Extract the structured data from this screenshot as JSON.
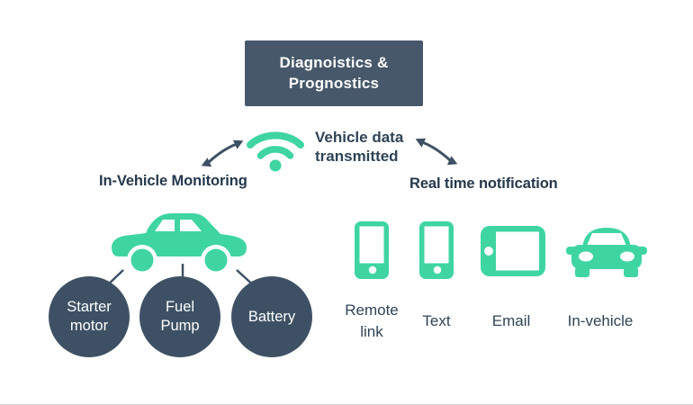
{
  "colors": {
    "teal": "#3fd5a1",
    "slate_box": "#47586a",
    "slate_circle": "#3e5164",
    "heading_text": "#24384b",
    "body_text": "#2f4456"
  },
  "header": {
    "title": "Diagnoistics &\nPrognostics"
  },
  "transmission": {
    "label": "Vehicle data\ntransmitted",
    "icon": "wifi-icon",
    "left_arrow_icon": "double-arrow-icon",
    "right_arrow_icon": "double-arrow-icon"
  },
  "branches": {
    "left_label": "In-Vehicle Monitoring",
    "right_label": "Real time notification"
  },
  "monitoring": {
    "vehicle_icon": "car-side-icon",
    "components": [
      {
        "label": "Starter\nmotor"
      },
      {
        "label": "Fuel\nPump"
      },
      {
        "label": "Battery"
      }
    ]
  },
  "notification": {
    "channels": [
      {
        "icon": "smartphone-icon",
        "label": "Remote\nlink"
      },
      {
        "icon": "smartphone-icon",
        "label": "Text"
      },
      {
        "icon": "tablet-icon",
        "label": "Email"
      },
      {
        "icon": "car-front-icon",
        "label": "In-vehicle"
      }
    ]
  }
}
